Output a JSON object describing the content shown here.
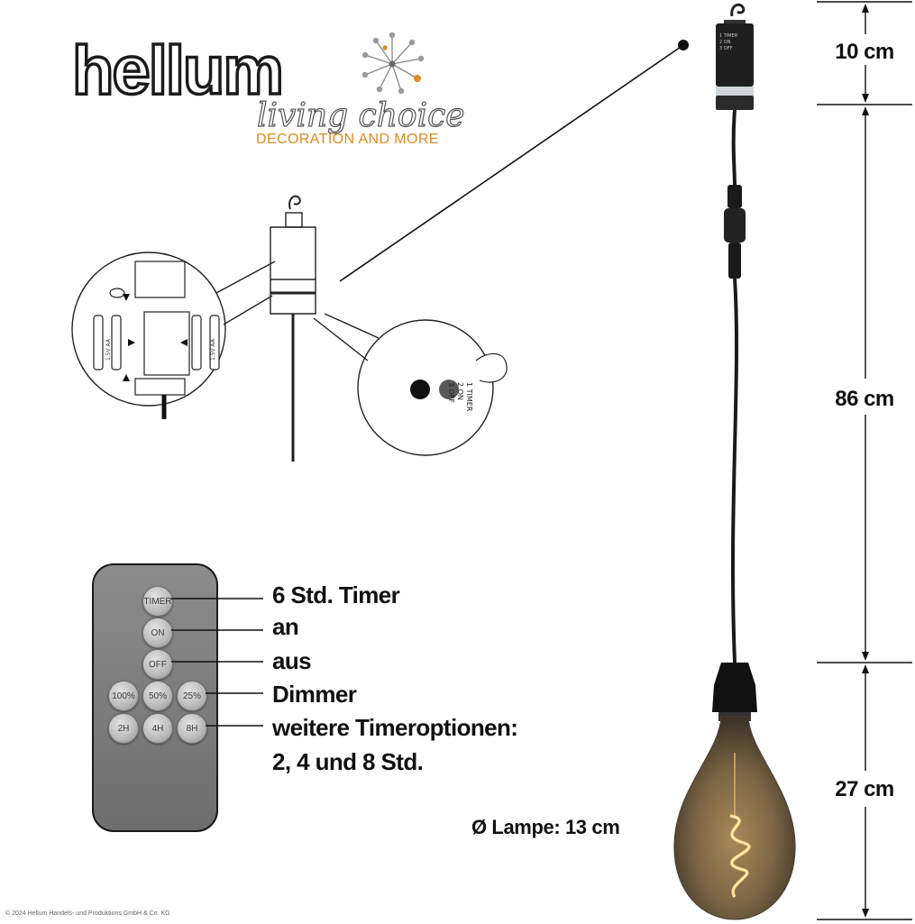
{
  "brand": {
    "name": "hellum",
    "script": "living choice",
    "tagline": "DECORATION AND MORE",
    "colors": {
      "accent": "#e08a1e",
      "dark": "#1a1a1a"
    }
  },
  "dimensions": {
    "top": "10 cm",
    "cable": "86 cm",
    "bulb": "27 cm"
  },
  "lamp": {
    "diameter_label": "Ø Lampe: 13 cm"
  },
  "switch": {
    "options": [
      "1 TIMER",
      "2 ON",
      "3 OFF"
    ]
  },
  "battery": {
    "cell_label": "1.5V AA"
  },
  "remote": {
    "buttons": {
      "timer": "TIMER",
      "on": "ON",
      "off": "OFF",
      "dim100": "100%",
      "dim50": "50%",
      "dim25": "25%",
      "t2": "2H",
      "t4": "4H",
      "t8": "8H"
    },
    "labels": {
      "timer": "6 Std. Timer",
      "on": "an",
      "off": "aus",
      "dimmer": "Dimmer",
      "more_line1": "weitere Timeroptionen:",
      "more_line2": "2, 4 und 8 Std."
    }
  },
  "footer": {
    "copyright": "© 2024 Hellum Handels- und Produktions GmbH & Co. KG"
  }
}
